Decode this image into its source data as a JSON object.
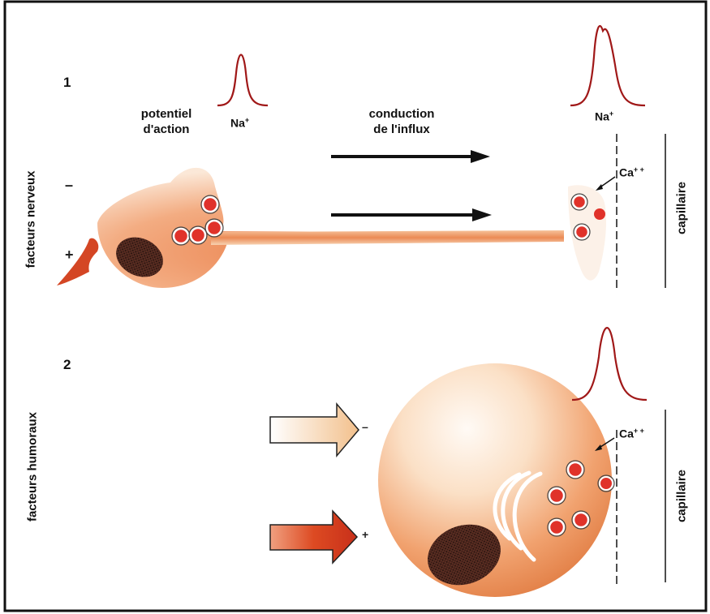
{
  "section1": {
    "number": "1",
    "side_label": "facteurs nerveux",
    "action_potential_line1": "potentiel",
    "action_potential_line2": "d'action",
    "ion_left": "Na",
    "ion_left_charge": "+",
    "conduction_line1": "conduction",
    "conduction_line2": "de l'influx",
    "ion_right": "Na",
    "ion_right_charge": "+",
    "calcium": "Ca",
    "calcium_charge": "+ +",
    "capillary": "capillaire",
    "minus": "–",
    "plus": "+"
  },
  "section2": {
    "number": "2",
    "side_label": "facteurs humoraux",
    "calcium": "Ca",
    "calcium_charge": "+ +",
    "capillary": "capillaire",
    "minus": "–",
    "plus": "+"
  },
  "colors": {
    "border": "#111111",
    "spike": "#a01818",
    "cell_orange": "#e8763a",
    "granule_red": "#e0322a",
    "arrow_red": "#d8401e"
  }
}
